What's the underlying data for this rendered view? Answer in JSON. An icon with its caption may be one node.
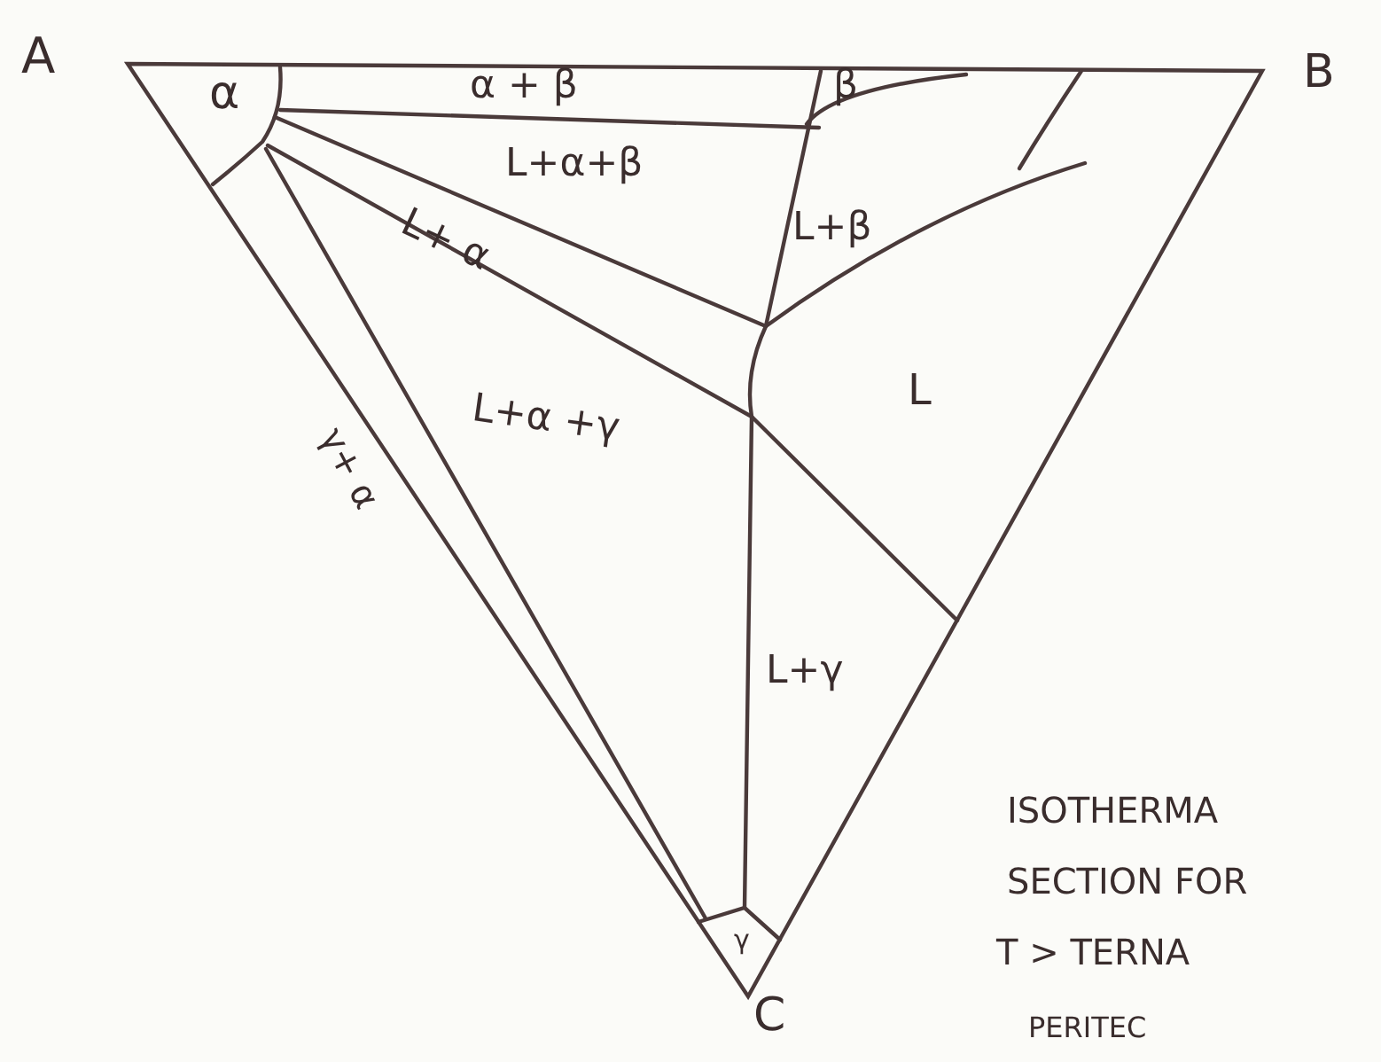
{
  "diagram": {
    "labels": [
      "A",
      "B",
      "α",
      "α + β",
      "β",
      "L+α+β",
      "L+β",
      "L+ α",
      "L",
      "L+α +γ",
      "γ+ α",
      "L+γ",
      "γ",
      "C",
      "ISOTHERMA",
      "SECTION FOR",
      "T > TERNA",
      "PERITEC"
    ]
  }
}
